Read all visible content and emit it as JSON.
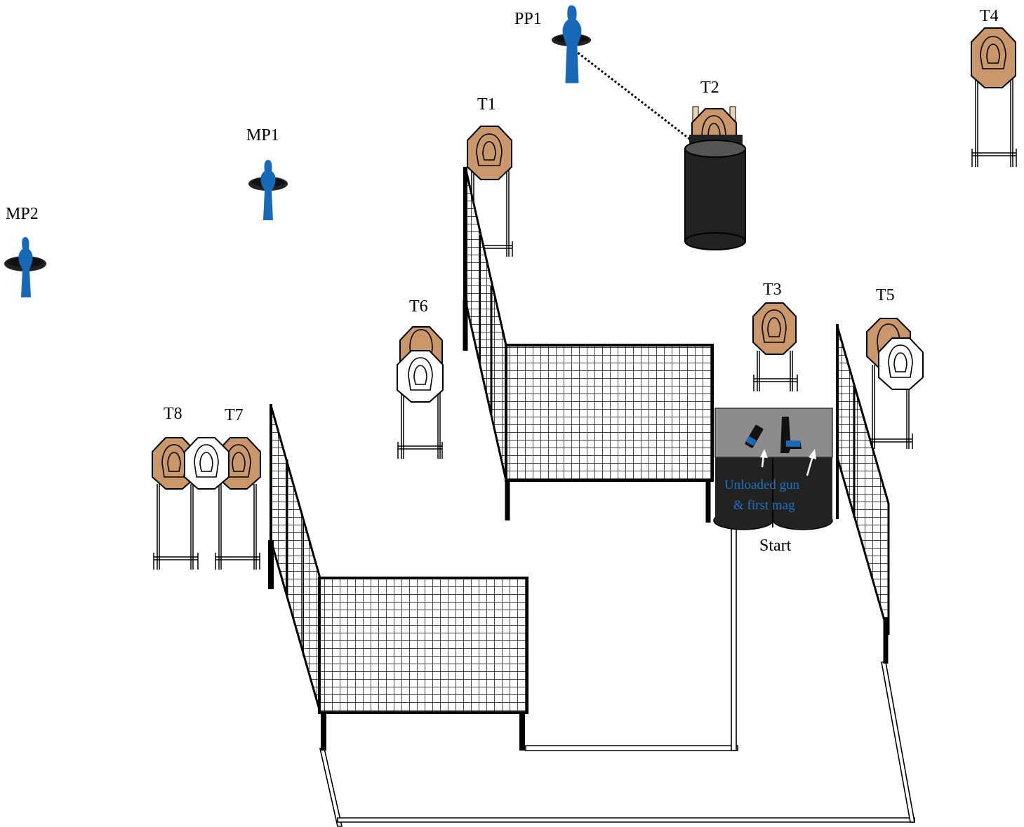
{
  "labels": {
    "pp1": "PP1",
    "t1": "T1",
    "t2": "T2",
    "t3": "T3",
    "t4": "T4",
    "t5": "T5",
    "t6": "T6",
    "t7": "T7",
    "t8": "T8",
    "mp1": "MP1",
    "mp2": "MP2",
    "start": "Start"
  },
  "start_note": {
    "line1": "Unloaded gun",
    "line2": "& first mag"
  },
  "colors": {
    "cardboard": "#c9976a",
    "no_shoot": "#ffffff",
    "popper_blue": "#1769b8",
    "barrel": "#222222",
    "table_top": "#8c8c8c",
    "note_text": "#1f74c4"
  }
}
